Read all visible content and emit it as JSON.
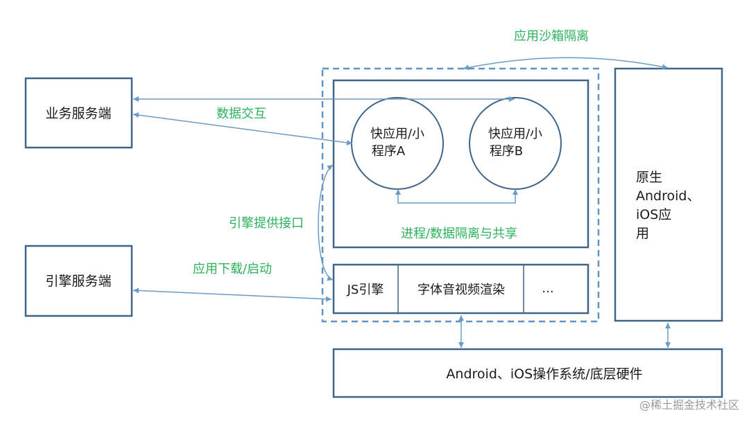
{
  "servers": {
    "business": "业务服务端",
    "engine": "引擎服务端"
  },
  "labels": {
    "sandbox": "应用沙箱隔离",
    "data_exchange": "数据交互",
    "engine_api": "引擎提供接口",
    "download_launch": "应用下载/启动",
    "isolation_share": "进程/数据隔离与共享"
  },
  "apps": {
    "a_line1": "快应用/小",
    "a_line2": "程序A",
    "b_line1": "快应用/小",
    "b_line2": "程序B"
  },
  "engine_cells": {
    "js_engine": "JS引擎",
    "render": "字体音视频渲染",
    "more": "..."
  },
  "native": {
    "line1": "原生",
    "line2": "Android、",
    "line3": "iOS应",
    "line4": "用"
  },
  "os_layer": "Android、iOS操作系统/底层硬件",
  "watermark": "@稀土掘金技术社区",
  "colors": {
    "box_border": "#3f6489",
    "arrow": "#6b9ac4",
    "dashed": "#5f93c6",
    "green_text": "#2bb15b",
    "dark_text": "#1a1a1a"
  }
}
